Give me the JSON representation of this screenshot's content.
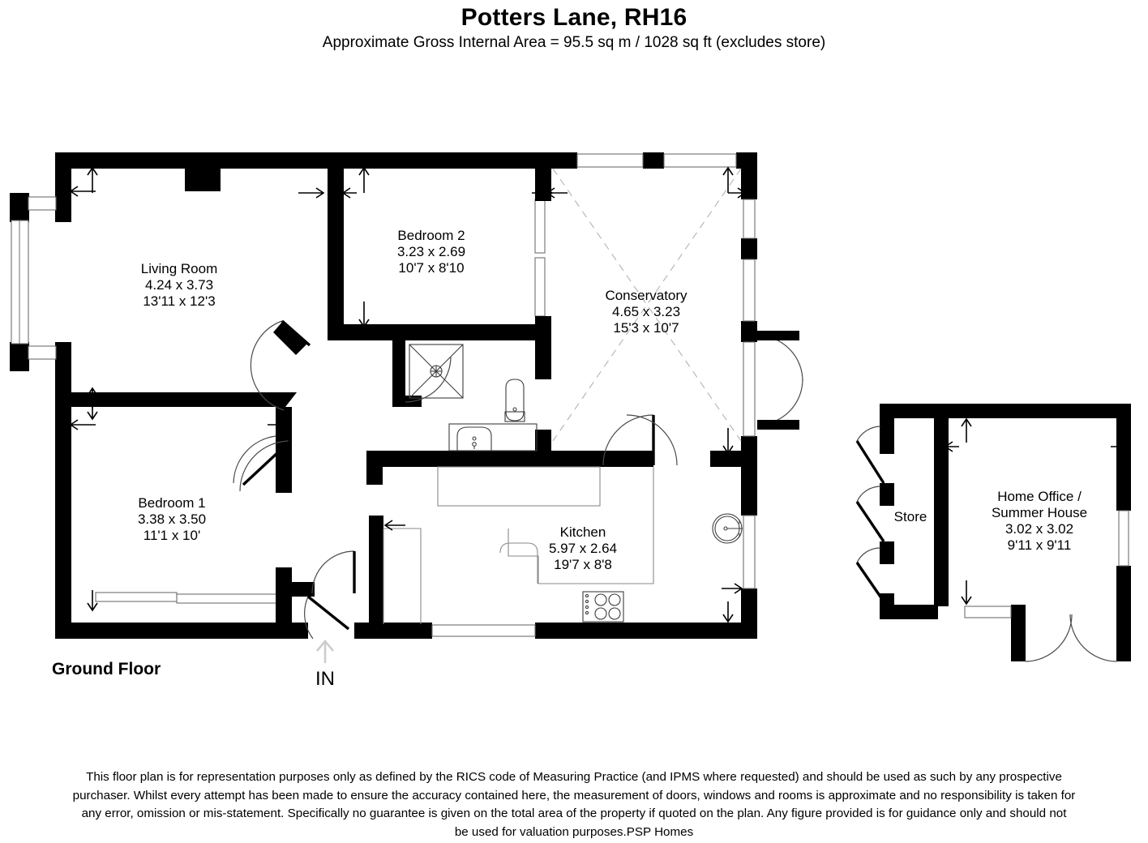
{
  "header": {
    "title": "Potters Lane, RH16",
    "subtitle": "Approximate Gross Internal Area = 95.5 sq m / 1028 sq ft (excludes store)"
  },
  "floor_label": "Ground Floor",
  "entrance_label": "IN",
  "rooms": [
    {
      "id": "living-room",
      "name": "Living Room",
      "metric": "4.24 x 3.73",
      "imperial": "13'11 x 12'3"
    },
    {
      "id": "bedroom-2",
      "name": "Bedroom 2",
      "metric": "3.23 x 2.69",
      "imperial": "10'7 x 8'10"
    },
    {
      "id": "conservatory",
      "name": "Conservatory",
      "metric": "4.65 x 3.23",
      "imperial": "15'3 x 10'7"
    },
    {
      "id": "bedroom-1",
      "name": "Bedroom 1",
      "metric": "3.38 x 3.50",
      "imperial": "11'1 x 10'"
    },
    {
      "id": "kitchen",
      "name": "Kitchen",
      "metric": "5.97 x 2.64",
      "imperial": "19'7 x 8'8"
    },
    {
      "id": "store",
      "name": "Store",
      "metric": "",
      "imperial": ""
    },
    {
      "id": "home-office",
      "name": "Home Office /",
      "name2": "Summer House",
      "metric": "3.02 x 3.02",
      "imperial": "9'11 x 9'11"
    }
  ],
  "disclaimer": {
    "line1": "This floor plan is for representation purposes only as defined by the RICS code of Measuring Practice (and IPMS where requested) and should be used as such by any prospective",
    "line2": "purchaser. Whilst every attempt has been made to ensure the accuracy contained here, the measurement of doors, windows and rooms is approximate and no responsibility is taken for",
    "line3": "any error, omission or mis-statement. Specifically no guarantee is given on the total area of the property if quoted on the plan. Any figure provided is for guidance only and should not",
    "line4": "be used for valuation purposes.PSP Homes"
  },
  "colors": {
    "wall": "#000000",
    "background": "#ffffff",
    "diagonal": "#b8b8b8",
    "fixture": "#3d3d3d",
    "entrance_arrow": "#cdcdcd"
  }
}
